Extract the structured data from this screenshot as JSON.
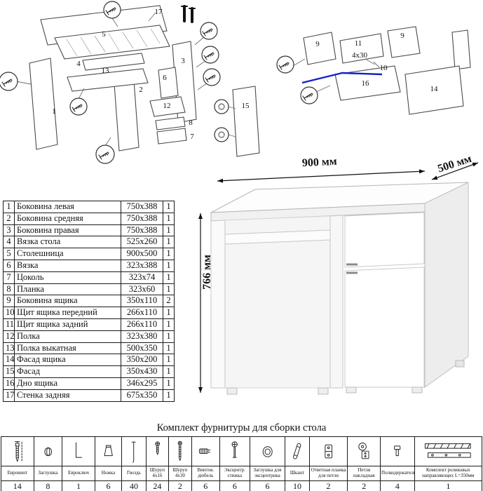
{
  "exploded_main": {
    "labels": {
      "l1": "1",
      "l2": "2",
      "l3": "3",
      "l4": "4",
      "l5": "5",
      "l6": "6",
      "l7": "7",
      "l8": "8",
      "l12": "12",
      "l13": "13",
      "l15": "15",
      "l17": "17"
    }
  },
  "exploded_drawer": {
    "labels": {
      "l9a": "9",
      "l9b": "9",
      "l10": "10",
      "l11": "11",
      "l14": "14",
      "l16": "16"
    },
    "screw_note": "4x30"
  },
  "desk_view": {
    "width_label": "900 мм",
    "depth_label": "500 мм",
    "height_label": "766 мм"
  },
  "parts_table": {
    "rows": [
      {
        "num": "1",
        "name": "Боковина левая",
        "size": "750x388",
        "qty": "1"
      },
      {
        "num": "2",
        "name": "Боковина средняя",
        "size": "750x388",
        "qty": "1"
      },
      {
        "num": "3",
        "name": "Боковина правая",
        "size": "750x388",
        "qty": "1"
      },
      {
        "num": "4",
        "name": "Вязка стола",
        "size": "525x260",
        "qty": "1"
      },
      {
        "num": "5",
        "name": "Столешница",
        "size": "900x500",
        "qty": "1"
      },
      {
        "num": "6",
        "name": "Вязка",
        "size": "323x388",
        "qty": "1"
      },
      {
        "num": "7",
        "name": "Цоколь",
        "size": "323x74",
        "qty": "1"
      },
      {
        "num": "8",
        "name": "Планка",
        "size": "323x60",
        "qty": "1"
      },
      {
        "num": "9",
        "name": "Боковина ящика",
        "size": "350x110",
        "qty": "2"
      },
      {
        "num": "10",
        "name": "Щит ящика передний",
        "size": "266x110",
        "qty": "1"
      },
      {
        "num": "11",
        "name": "Щит ящика задний",
        "size": "266x110",
        "qty": "1"
      },
      {
        "num": "12",
        "name": "Полка",
        "size": "323x380",
        "qty": "1"
      },
      {
        "num": "13",
        "name": "Полка выкатная",
        "size": "500x350",
        "qty": "1"
      },
      {
        "num": "14",
        "name": "Фасад ящика",
        "size": "350x200",
        "qty": "1"
      },
      {
        "num": "15",
        "name": "Фасад",
        "size": "350x430",
        "qty": "1"
      },
      {
        "num": "16",
        "name": "Дно ящика",
        "size": "346x295",
        "qty": "1"
      },
      {
        "num": "17",
        "name": "Стенка задняя",
        "size": "675x350",
        "qty": "1"
      }
    ]
  },
  "hardware": {
    "title": "Комплект фурнитуры для сборки стола",
    "items": [
      {
        "label": "Евровинт",
        "qty": "14"
      },
      {
        "label": "Заглушка",
        "qty": "8"
      },
      {
        "label": "Евроключ",
        "qty": "1"
      },
      {
        "label": "Ножка",
        "qty": "6"
      },
      {
        "label": "Гвоздь",
        "qty": "40"
      },
      {
        "label": "Шуруп 4x16",
        "qty": "24"
      },
      {
        "label": "Шуруп 4x30",
        "qty": "2"
      },
      {
        "label": "Винтов. дюбель",
        "qty": "6"
      },
      {
        "label": "Эксцентр. стяжка",
        "qty": "6"
      },
      {
        "label": "Заглушка для эксцентрика",
        "qty": "6"
      },
      {
        "label": "Шкант",
        "qty": "10"
      },
      {
        "label": "Ответная планка для петли",
        "qty": "2"
      },
      {
        "label": "Петля накладная",
        "qty": "2"
      },
      {
        "label": "Полкодержатель",
        "qty": "4"
      },
      {
        "label": "Комплект роликовых направляющих L=350мм",
        "qty": "1"
      }
    ]
  }
}
